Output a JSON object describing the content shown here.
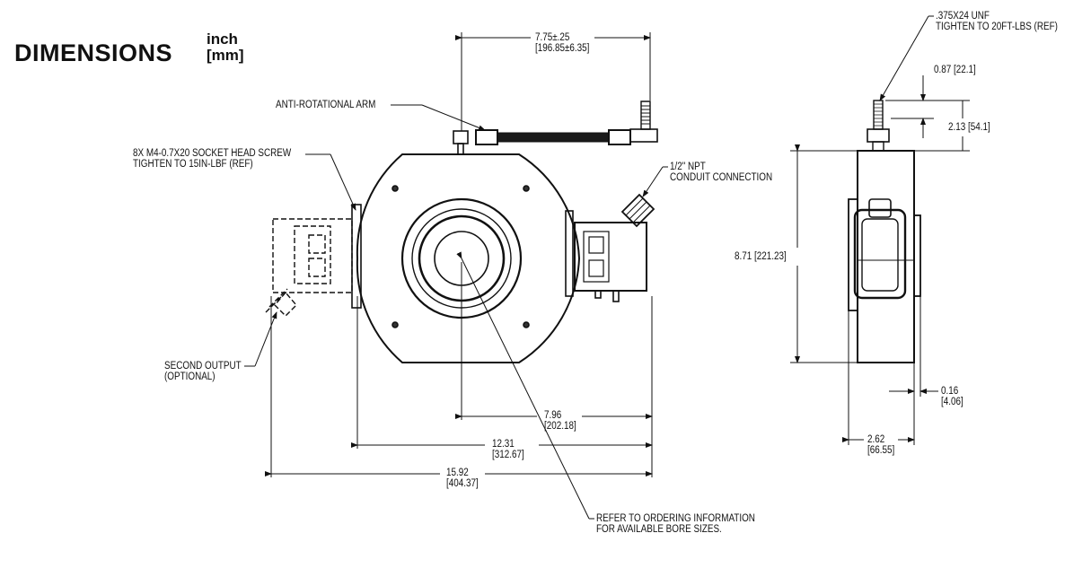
{
  "header": {
    "title": "DIMENSIONS",
    "unit_primary": "inch",
    "unit_secondary": "[mm]"
  },
  "callouts": {
    "arm_width": [
      "7.75±.25",
      "[196.85±6.35]"
    ],
    "anti_rotational_arm": "ANTI-ROTATIONAL ARM",
    "socket_screw": [
      "8X M4-0.7X20 SOCKET HEAD SCREW",
      "TIGHTEN TO 15IN-LBF (REF)"
    ],
    "conduit": [
      "1/2\" NPT",
      "CONDUIT CONNECTION"
    ],
    "second_output": [
      "SECOND OUTPUT",
      "(OPTIONAL)"
    ],
    "dim_796": [
      "7.96",
      "[202.18]"
    ],
    "dim_1231": [
      "12.31",
      "[312.67]"
    ],
    "dim_1592": [
      "15.92",
      "[404.37]"
    ],
    "bore_note": [
      "REFER TO ORDERING INFORMATION",
      "FOR AVAILABLE BORE SIZES."
    ],
    "stud_note": [
      ".375X24 UNF",
      "TIGHTEN TO 20FT-LBS (REF)"
    ],
    "dim_087": "0.87 [22.1]",
    "dim_213": "2.13 [54.1]",
    "dim_871": "8.71 [221.23]",
    "dim_016": [
      "0.16",
      "[4.06]"
    ],
    "dim_262": [
      "2.62",
      "[66.55]"
    ]
  }
}
